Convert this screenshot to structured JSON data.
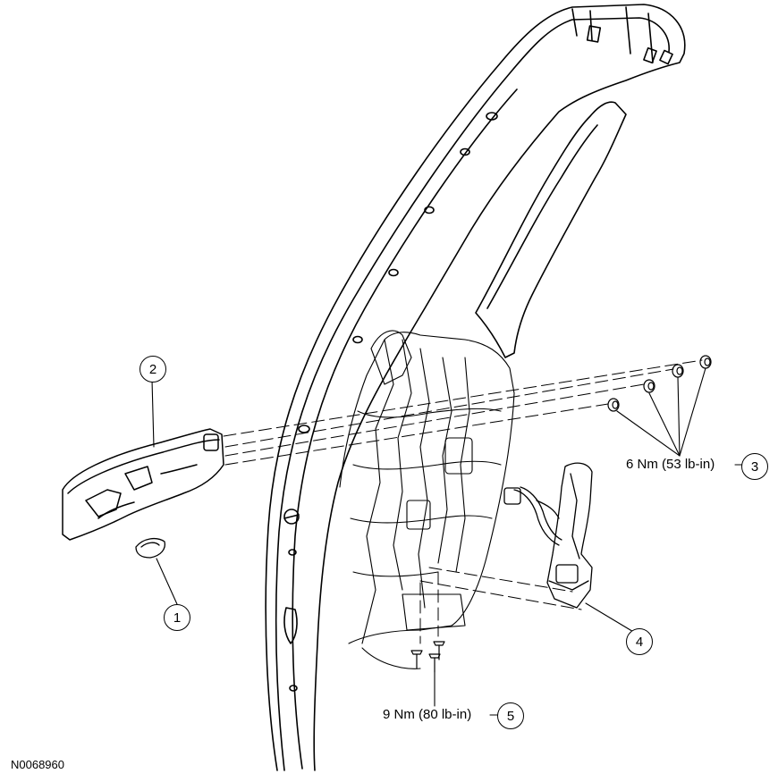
{
  "figure_id": "N0068960",
  "callouts": [
    {
      "number": "1"
    },
    {
      "number": "2"
    },
    {
      "number": "3",
      "torque": "6 Nm (53 lb-in)"
    },
    {
      "number": "4"
    },
    {
      "number": "5",
      "torque": "9 Nm (80 lb-in)"
    }
  ]
}
